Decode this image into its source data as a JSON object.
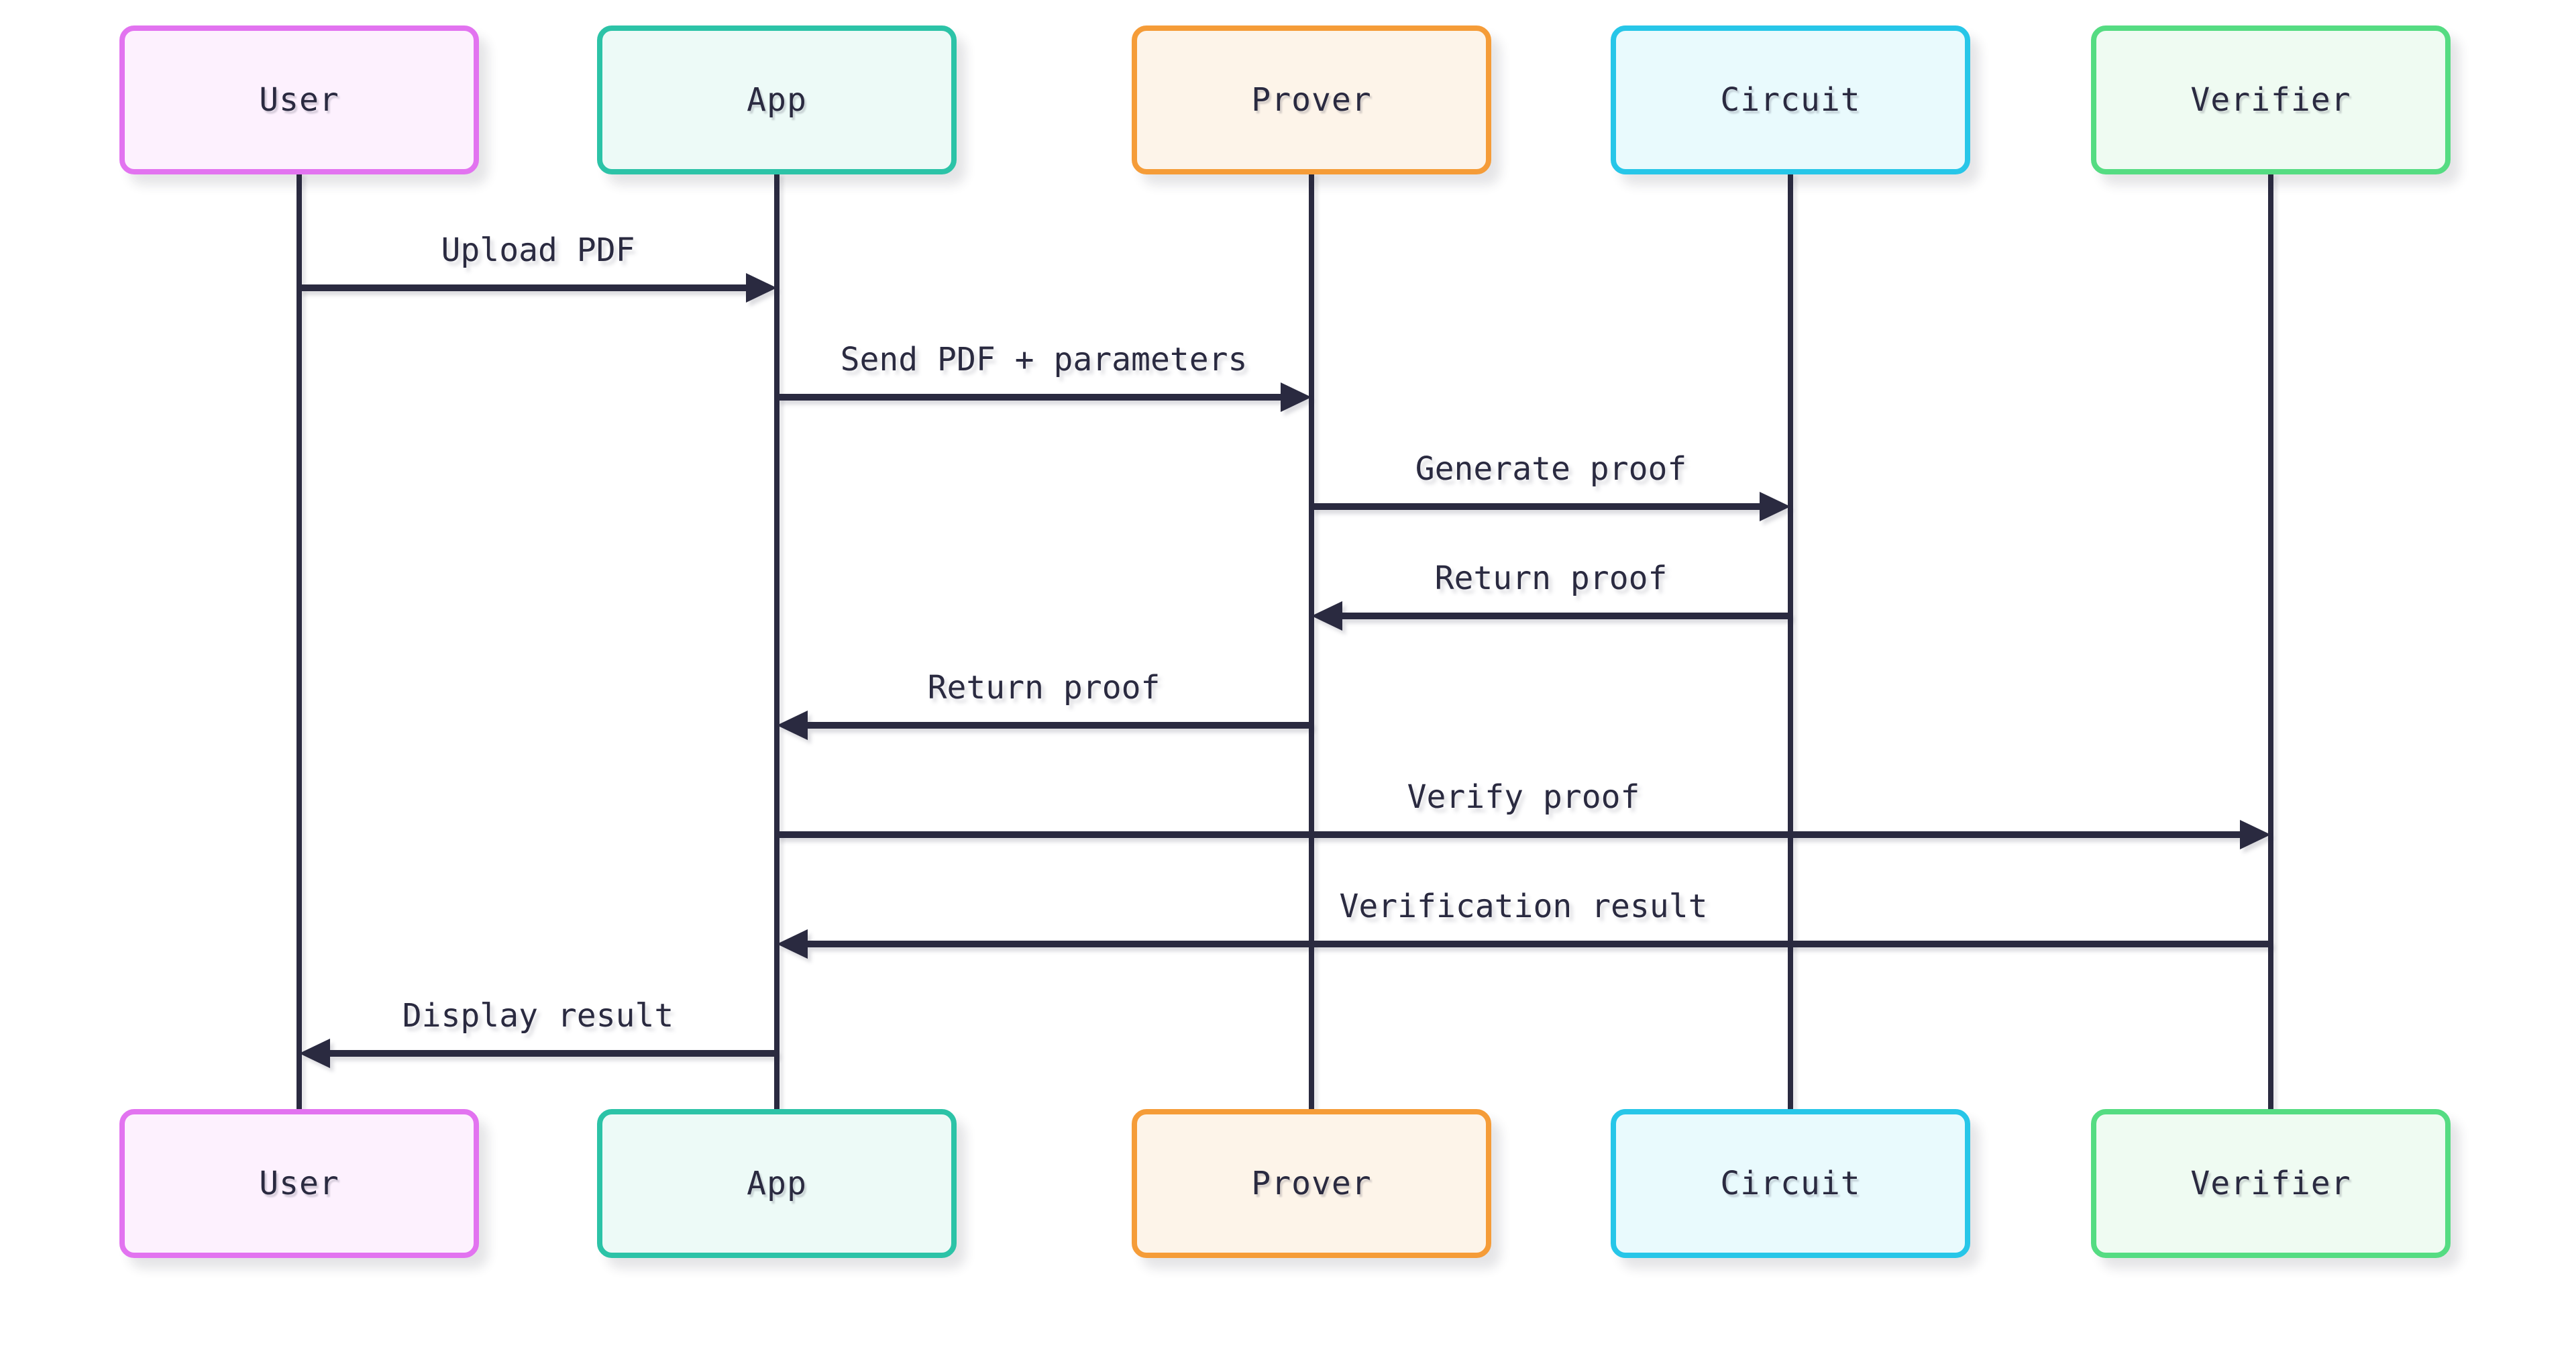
{
  "diagram": {
    "type": "sequence-diagram",
    "background_color": "#ffffff",
    "line_color": "#2a2a40",
    "text_color": "#2a2a40"
  },
  "actors": [
    {
      "id": "user",
      "label": "User",
      "border_color": "#e273f0",
      "fill_color": "#fdf1fe"
    },
    {
      "id": "app",
      "label": "App",
      "border_color": "#2cc3a7",
      "fill_color": "#edfaf7"
    },
    {
      "id": "prover",
      "label": "Prover",
      "border_color": "#f59c38",
      "fill_color": "#fdf4e9"
    },
    {
      "id": "circuit",
      "label": "Circuit",
      "border_color": "#27c6e8",
      "fill_color": "#e9fafd"
    },
    {
      "id": "verifier",
      "label": "Verifier",
      "border_color": "#55dc82",
      "fill_color": "#effbf2"
    }
  ],
  "messages": [
    {
      "from": "User",
      "to": "App",
      "label": "Upload PDF",
      "direction": "right"
    },
    {
      "from": "App",
      "to": "Prover",
      "label": "Send PDF + parameters",
      "direction": "right"
    },
    {
      "from": "Prover",
      "to": "Circuit",
      "label": "Generate proof",
      "direction": "right"
    },
    {
      "from": "Circuit",
      "to": "Prover",
      "label": "Return proof",
      "direction": "left"
    },
    {
      "from": "Prover",
      "to": "App",
      "label": "Return proof",
      "direction": "left"
    },
    {
      "from": "App",
      "to": "Verifier",
      "label": "Verify proof",
      "direction": "right"
    },
    {
      "from": "Verifier",
      "to": "App",
      "label": "Verification result",
      "direction": "left"
    },
    {
      "from": "App",
      "to": "User",
      "label": "Display result",
      "direction": "left"
    }
  ]
}
